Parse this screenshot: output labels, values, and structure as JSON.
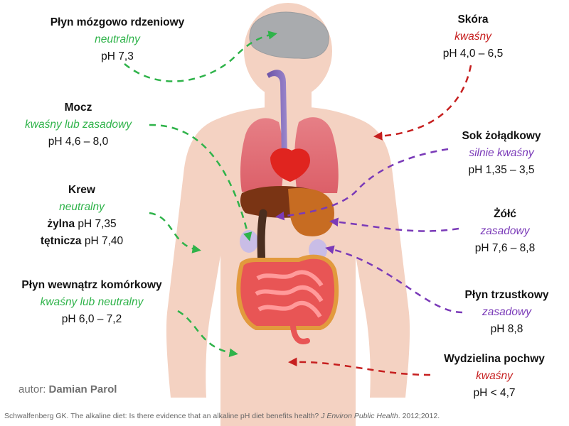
{
  "labels": {
    "csf": {
      "name": "Płyn mózgowo rdzeniowy",
      "acidity": "neutralny",
      "ph": "pH 7,3",
      "color": "#2fb34a"
    },
    "urine": {
      "name": "Mocz",
      "acidity": "kwaśny lub zasadowy",
      "ph": "pH 4,6 – 8,0",
      "color": "#2fb34a"
    },
    "blood": {
      "name": "Krew",
      "acidity": "neutralny",
      "venous_label": "żylna",
      "venous_ph": " pH 7,35",
      "arterial_label": "tętnicza",
      "arterial_ph": " pH 7,40",
      "color": "#2fb34a"
    },
    "intracellular": {
      "name": "Płyn wewnątrz komórkowy",
      "acidity": "kwaśny lub neutralny",
      "ph": "pH 6,0 – 7,2",
      "color": "#2fb34a"
    },
    "skin": {
      "name": "Skóra",
      "acidity": "kwaśny",
      "ph": "pH 4,0 – 6,5",
      "color": "#c61f1f"
    },
    "gastric": {
      "name": "Sok żołądkowy",
      "acidity": "silnie kwaśny",
      "ph": "pH 1,35 – 3,5",
      "color": "#7a3ab8"
    },
    "bile": {
      "name": "Żółć",
      "acidity": "zasadowy",
      "ph": "pH 7,6 – 8,8",
      "color": "#7a3ab8"
    },
    "pancreatic": {
      "name": "Płyn trzustkowy",
      "acidity": "zasadowy",
      "ph": "pH 8,8",
      "color": "#7a3ab8"
    },
    "vaginal": {
      "name": "Wydzielina pochwy",
      "acidity": "kwaśny",
      "ph": "pH < 4,7",
      "color": "#c61f1f"
    }
  },
  "author": {
    "prefix": "autor: ",
    "name": "Damian Parol"
  },
  "citation": {
    "text": "Schwalfenberg GK. The alkaline diet: Is there evidence that an alkaline pH diet benefits health? ",
    "journal": "J Environ Public Health",
    "tail": ". 2012;2012."
  },
  "colors": {
    "skin_body": "#f4d2c2",
    "neutral_green": "#2fb34a",
    "acidic_red": "#c61f1f",
    "digestive_purple": "#7a3ab8"
  }
}
